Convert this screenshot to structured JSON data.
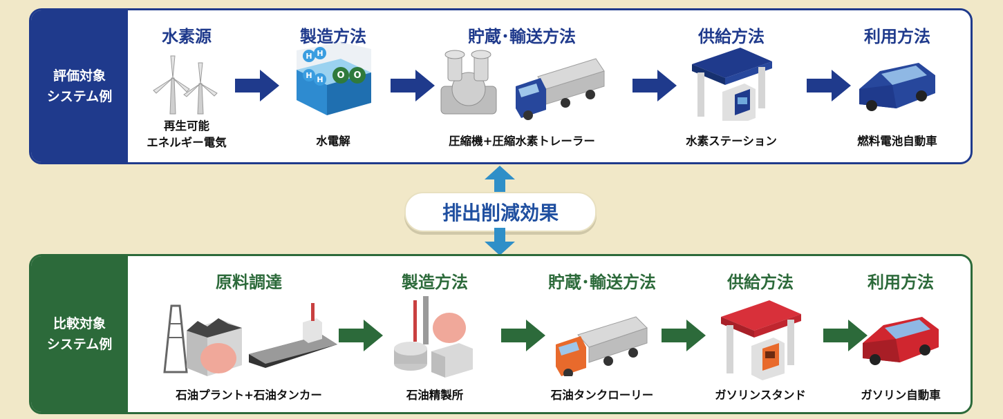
{
  "top": {
    "side_label": "評価対象\nシステム例",
    "stages": [
      {
        "head": "水素源",
        "label": "再生可能\nエネルギー電気"
      },
      {
        "head": "製造方法",
        "label": "水電解"
      },
      {
        "head": "貯蔵･輸送方法",
        "label": "圧縮機+圧縮水素トレーラー"
      },
      {
        "head": "供給方法",
        "label": "水素ステーション"
      },
      {
        "head": "利用方法",
        "label": "燃料電池自動車"
      }
    ],
    "molecule_labels": [
      "H",
      "H",
      "H",
      "H",
      "O",
      "O"
    ]
  },
  "center": {
    "label": "排出削減効果"
  },
  "bottom": {
    "side_label": "比較対象\nシステム例",
    "stages": [
      {
        "head": "原料調達",
        "label": "石油プラント+石油タンカー"
      },
      {
        "head": "製造方法",
        "label": "石油精製所"
      },
      {
        "head": "貯蔵･輸送方法",
        "label": "石油タンクローリー"
      },
      {
        "head": "供給方法",
        "label": "ガソリンスタンド"
      },
      {
        "head": "利用方法",
        "label": "ガソリン自動車"
      }
    ]
  },
  "colors": {
    "top_accent": "#1f3a8c",
    "bottom_accent": "#2c6a3a",
    "background": "#f1e8c8",
    "center_text": "#1f4fa0",
    "arrow_vertical": "#2f8fc8"
  },
  "icons": {
    "top": [
      "wind-turbine-icon",
      "electrolysis-tank-icon",
      "compressor-icon",
      "hydrogen-trailer-icon",
      "hydrogen-station-icon",
      "fuel-cell-car-icon"
    ],
    "bottom": [
      "oil-plant-icon",
      "oil-tanker-icon",
      "oil-refinery-icon",
      "tank-lorry-icon",
      "gas-station-icon",
      "gasoline-car-icon"
    ]
  }
}
